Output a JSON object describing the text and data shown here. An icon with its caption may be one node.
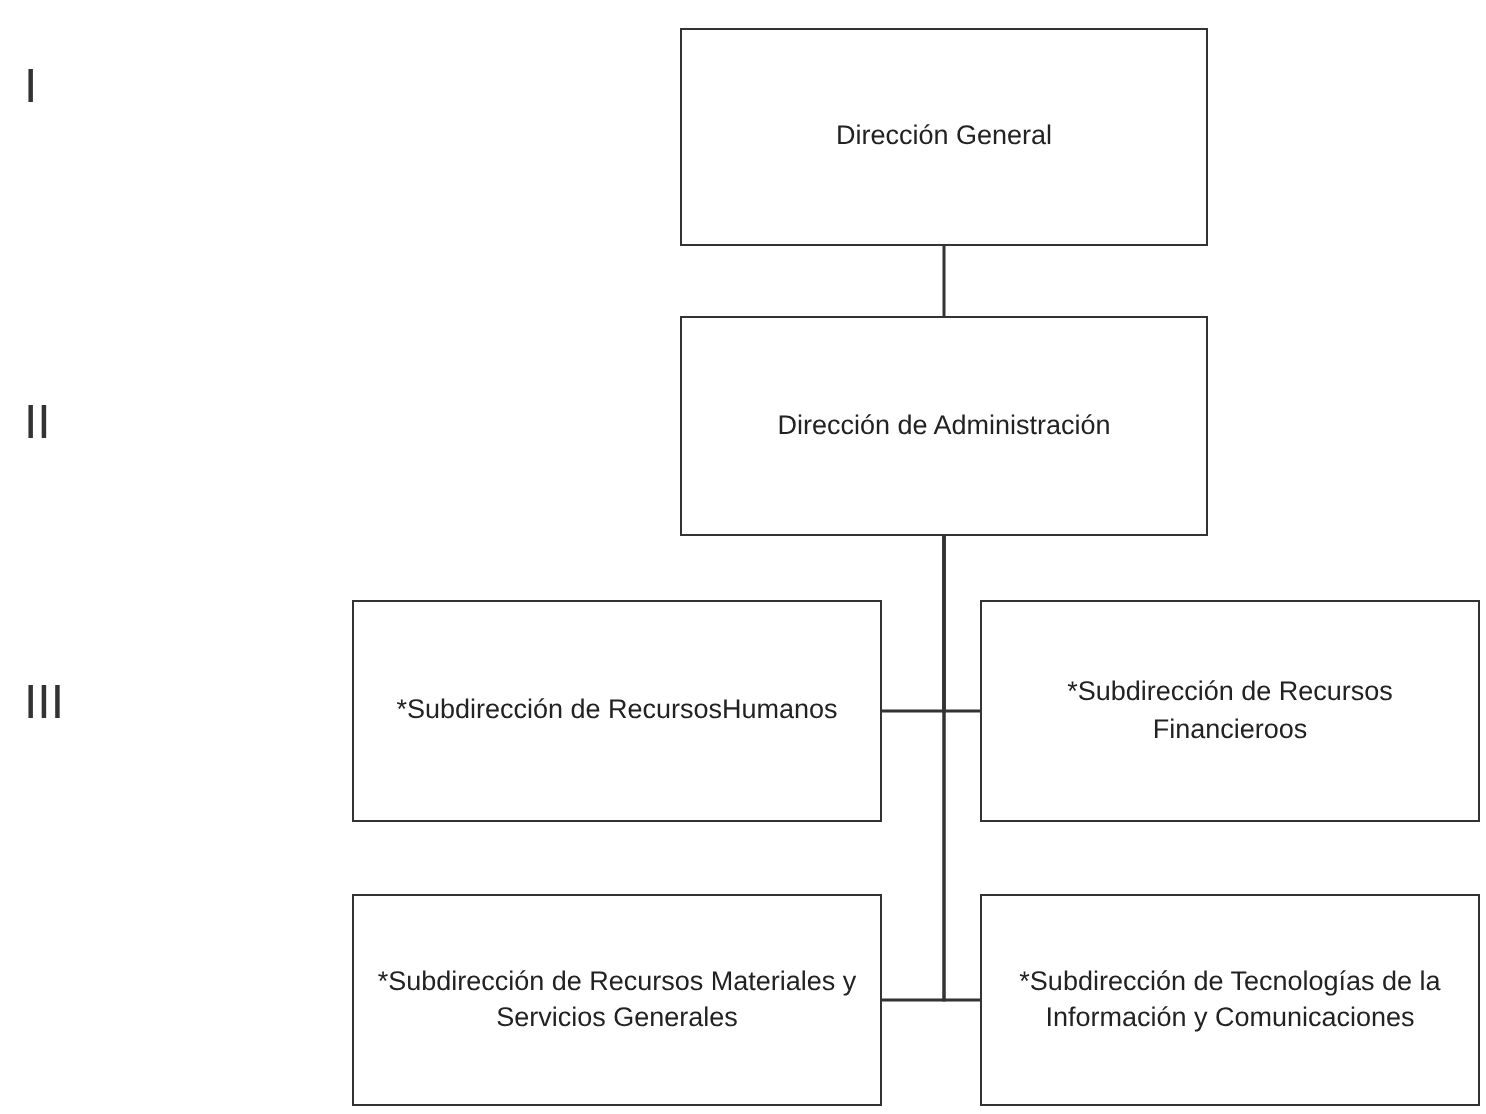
{
  "diagram": {
    "nodes": [
      {
        "text": [
          "Dirección General"
        ]
      },
      {
        "text": [
          "Dirección de Administración"
        ]
      },
      {
        "text": [
          "*Subdirección de RecursosHumanos"
        ]
      },
      {
        "text": [
          "*Subdirección de Recursos Financieroos"
        ]
      },
      {
        "text": [
          "*Subdirección de Recursos Materiales y Servicios Generales"
        ]
      },
      {
        "text": [
          "*Subdirección de Tecnologías de la Información y Comunicaciones"
        ]
      }
    ],
    "edges": [
      {
        "from": 0,
        "to": 1,
        "arrow": "none"
      },
      {
        "from": 1,
        "to": 2,
        "arrow": "none"
      },
      {
        "from": 1,
        "to": 3,
        "arrow": "none"
      },
      {
        "from": 1,
        "to": 4,
        "arrow": "none"
      },
      {
        "from": 1,
        "to": 5,
        "arrow": "none"
      }
    ],
    "labels": [
      "I",
      "II",
      "III"
    ]
  }
}
